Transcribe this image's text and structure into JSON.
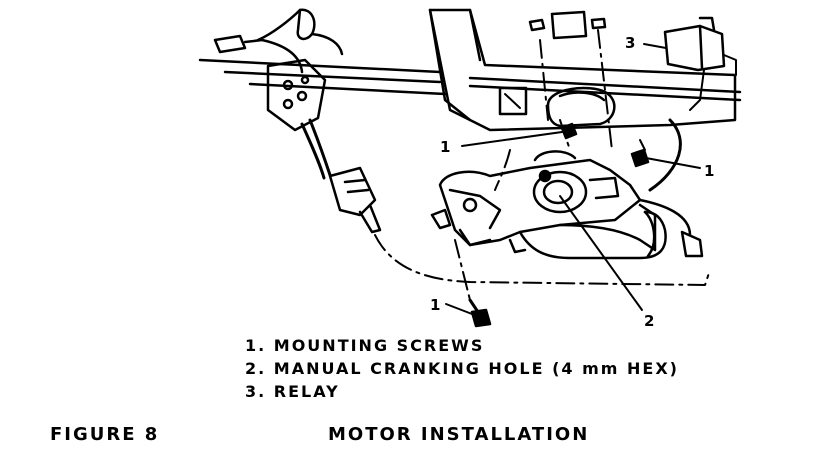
{
  "callouts": {
    "screw_upper": "1",
    "screw_right": "1",
    "screw_lower": "1",
    "cranking_hole": "2",
    "relay": "3"
  },
  "legend": {
    "items": [
      "1. MOUNTING SCREWS",
      "2. MANUAL CRANKING HOLE (4 mm HEX)",
      "3. RELAY"
    ]
  },
  "figure": {
    "label": "FIGURE 8",
    "title": "MOTOR INSTALLATION"
  }
}
